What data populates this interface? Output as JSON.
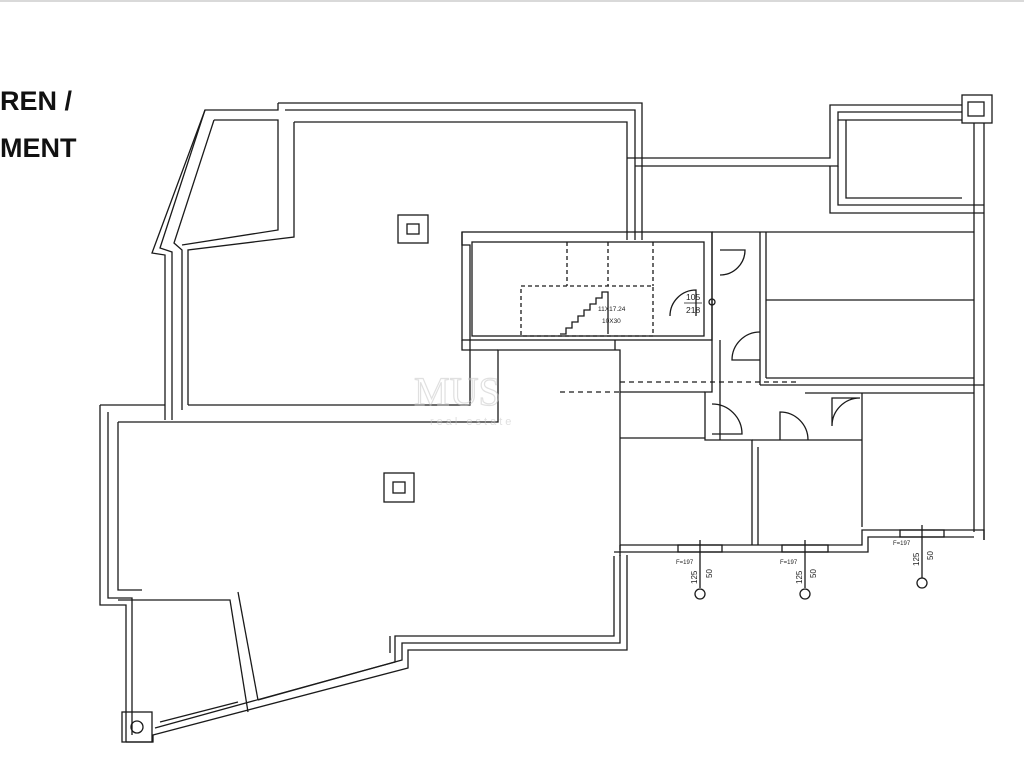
{
  "title": {
    "line1": "REN /",
    "line2": "MENT"
  },
  "watermark": {
    "logo": "MUS",
    "sub": "real estate"
  },
  "stair": {
    "dims": "11X17.24",
    "steps": "10X30"
  },
  "door_label": {
    "width": "105",
    "height": "218"
  },
  "windows": [
    {
      "code": "F=197",
      "width": "125",
      "sill": "50"
    },
    {
      "code": "F=197",
      "width": "125",
      "sill": "50"
    },
    {
      "code": "F=197",
      "width": "125",
      "sill": "50"
    }
  ],
  "colors": {
    "line": "#1a1a1a",
    "background": "#ffffff",
    "watermark": "#c8c8c8"
  }
}
